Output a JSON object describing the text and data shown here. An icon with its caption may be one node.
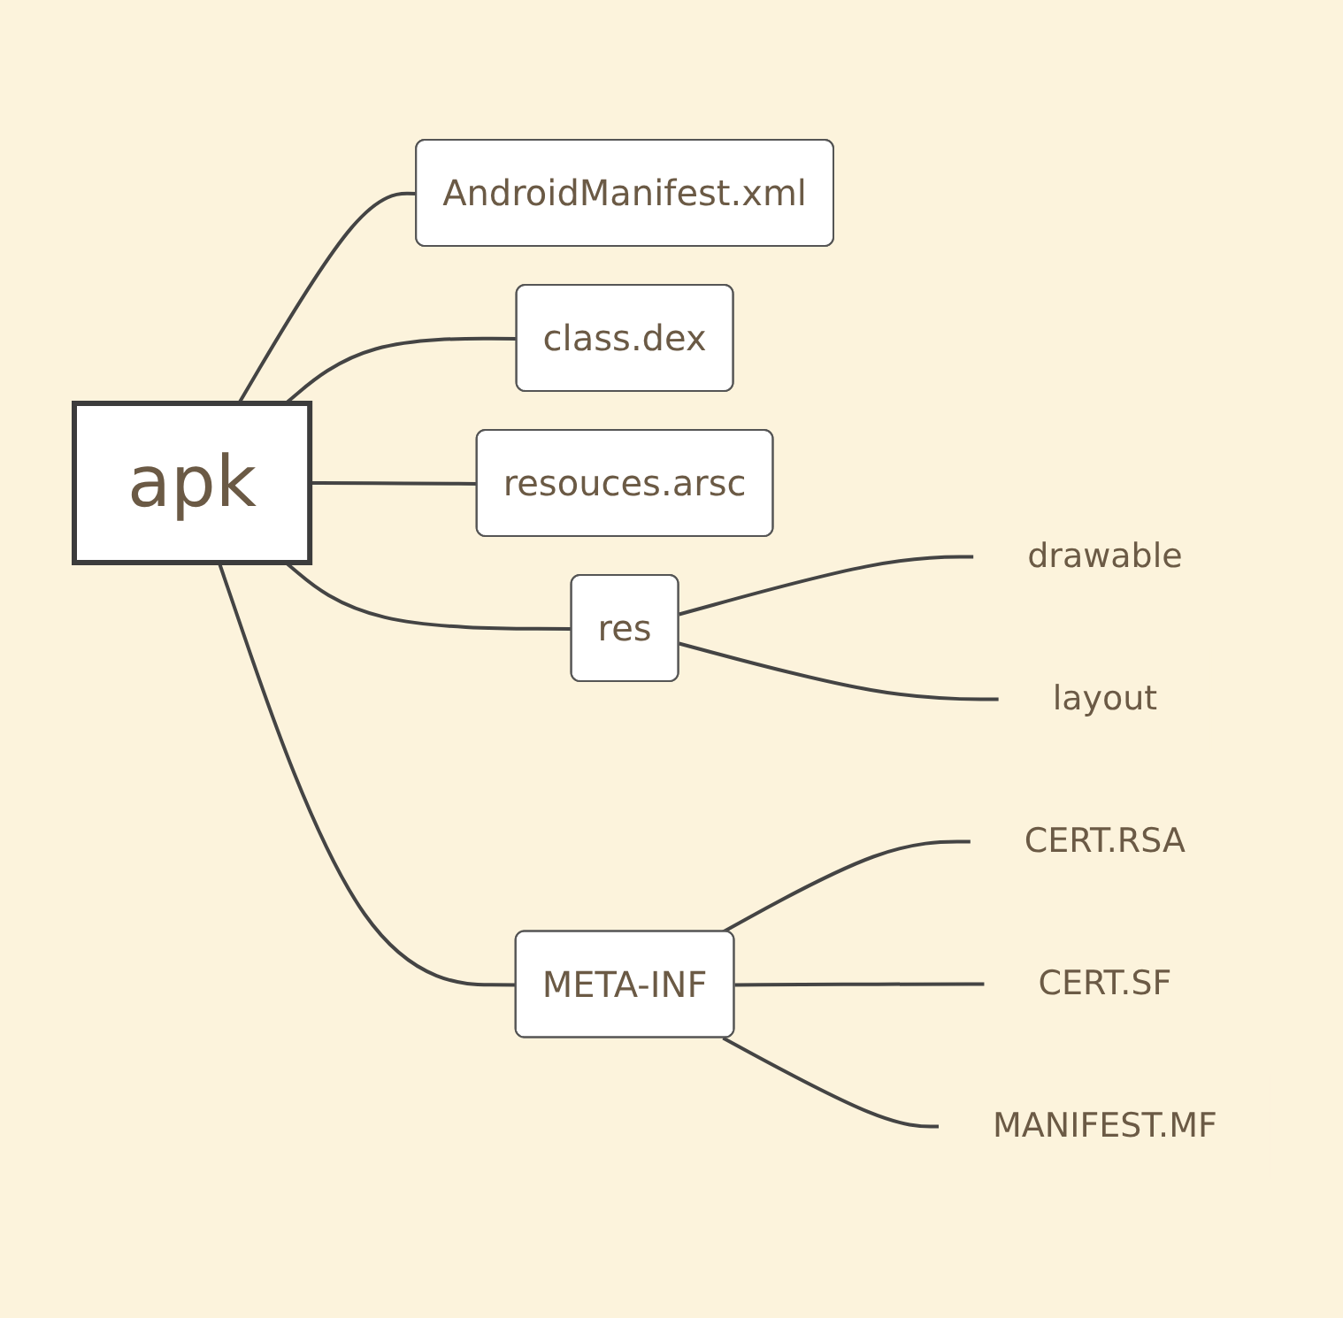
{
  "diagram": {
    "nodes": [
      {
        "text": [
          "apk"
        ]
      },
      {
        "text": [
          "AndroidManifest.xml"
        ]
      },
      {
        "text": [
          "class.dex"
        ]
      },
      {
        "text": [
          "resouces.arsc"
        ]
      },
      {
        "text": [
          "res"
        ]
      },
      {
        "text": [
          "drawable"
        ]
      },
      {
        "text": [
          "layout"
        ]
      },
      {
        "text": [
          "META-INF"
        ]
      },
      {
        "text": [
          "CERT.RSA"
        ]
      },
      {
        "text": [
          "CERT.SF"
        ]
      },
      {
        "text": [
          "MANIFEST.MF"
        ]
      }
    ],
    "edges": [
      {
        "from": 0,
        "to": 1,
        "arrow": "none"
      },
      {
        "from": 0,
        "to": 2,
        "arrow": "none"
      },
      {
        "from": 0,
        "to": 3,
        "arrow": "none"
      },
      {
        "from": 0,
        "to": 4,
        "arrow": "none"
      },
      {
        "from": 0,
        "to": 7,
        "arrow": "none"
      },
      {
        "from": 4,
        "to": 5,
        "arrow": "none"
      },
      {
        "from": 4,
        "to": 6,
        "arrow": "none"
      },
      {
        "from": 7,
        "to": 8,
        "arrow": "none"
      },
      {
        "from": 7,
        "to": 9,
        "arrow": "none"
      },
      {
        "from": 7,
        "to": 10,
        "arrow": "none"
      }
    ]
  }
}
